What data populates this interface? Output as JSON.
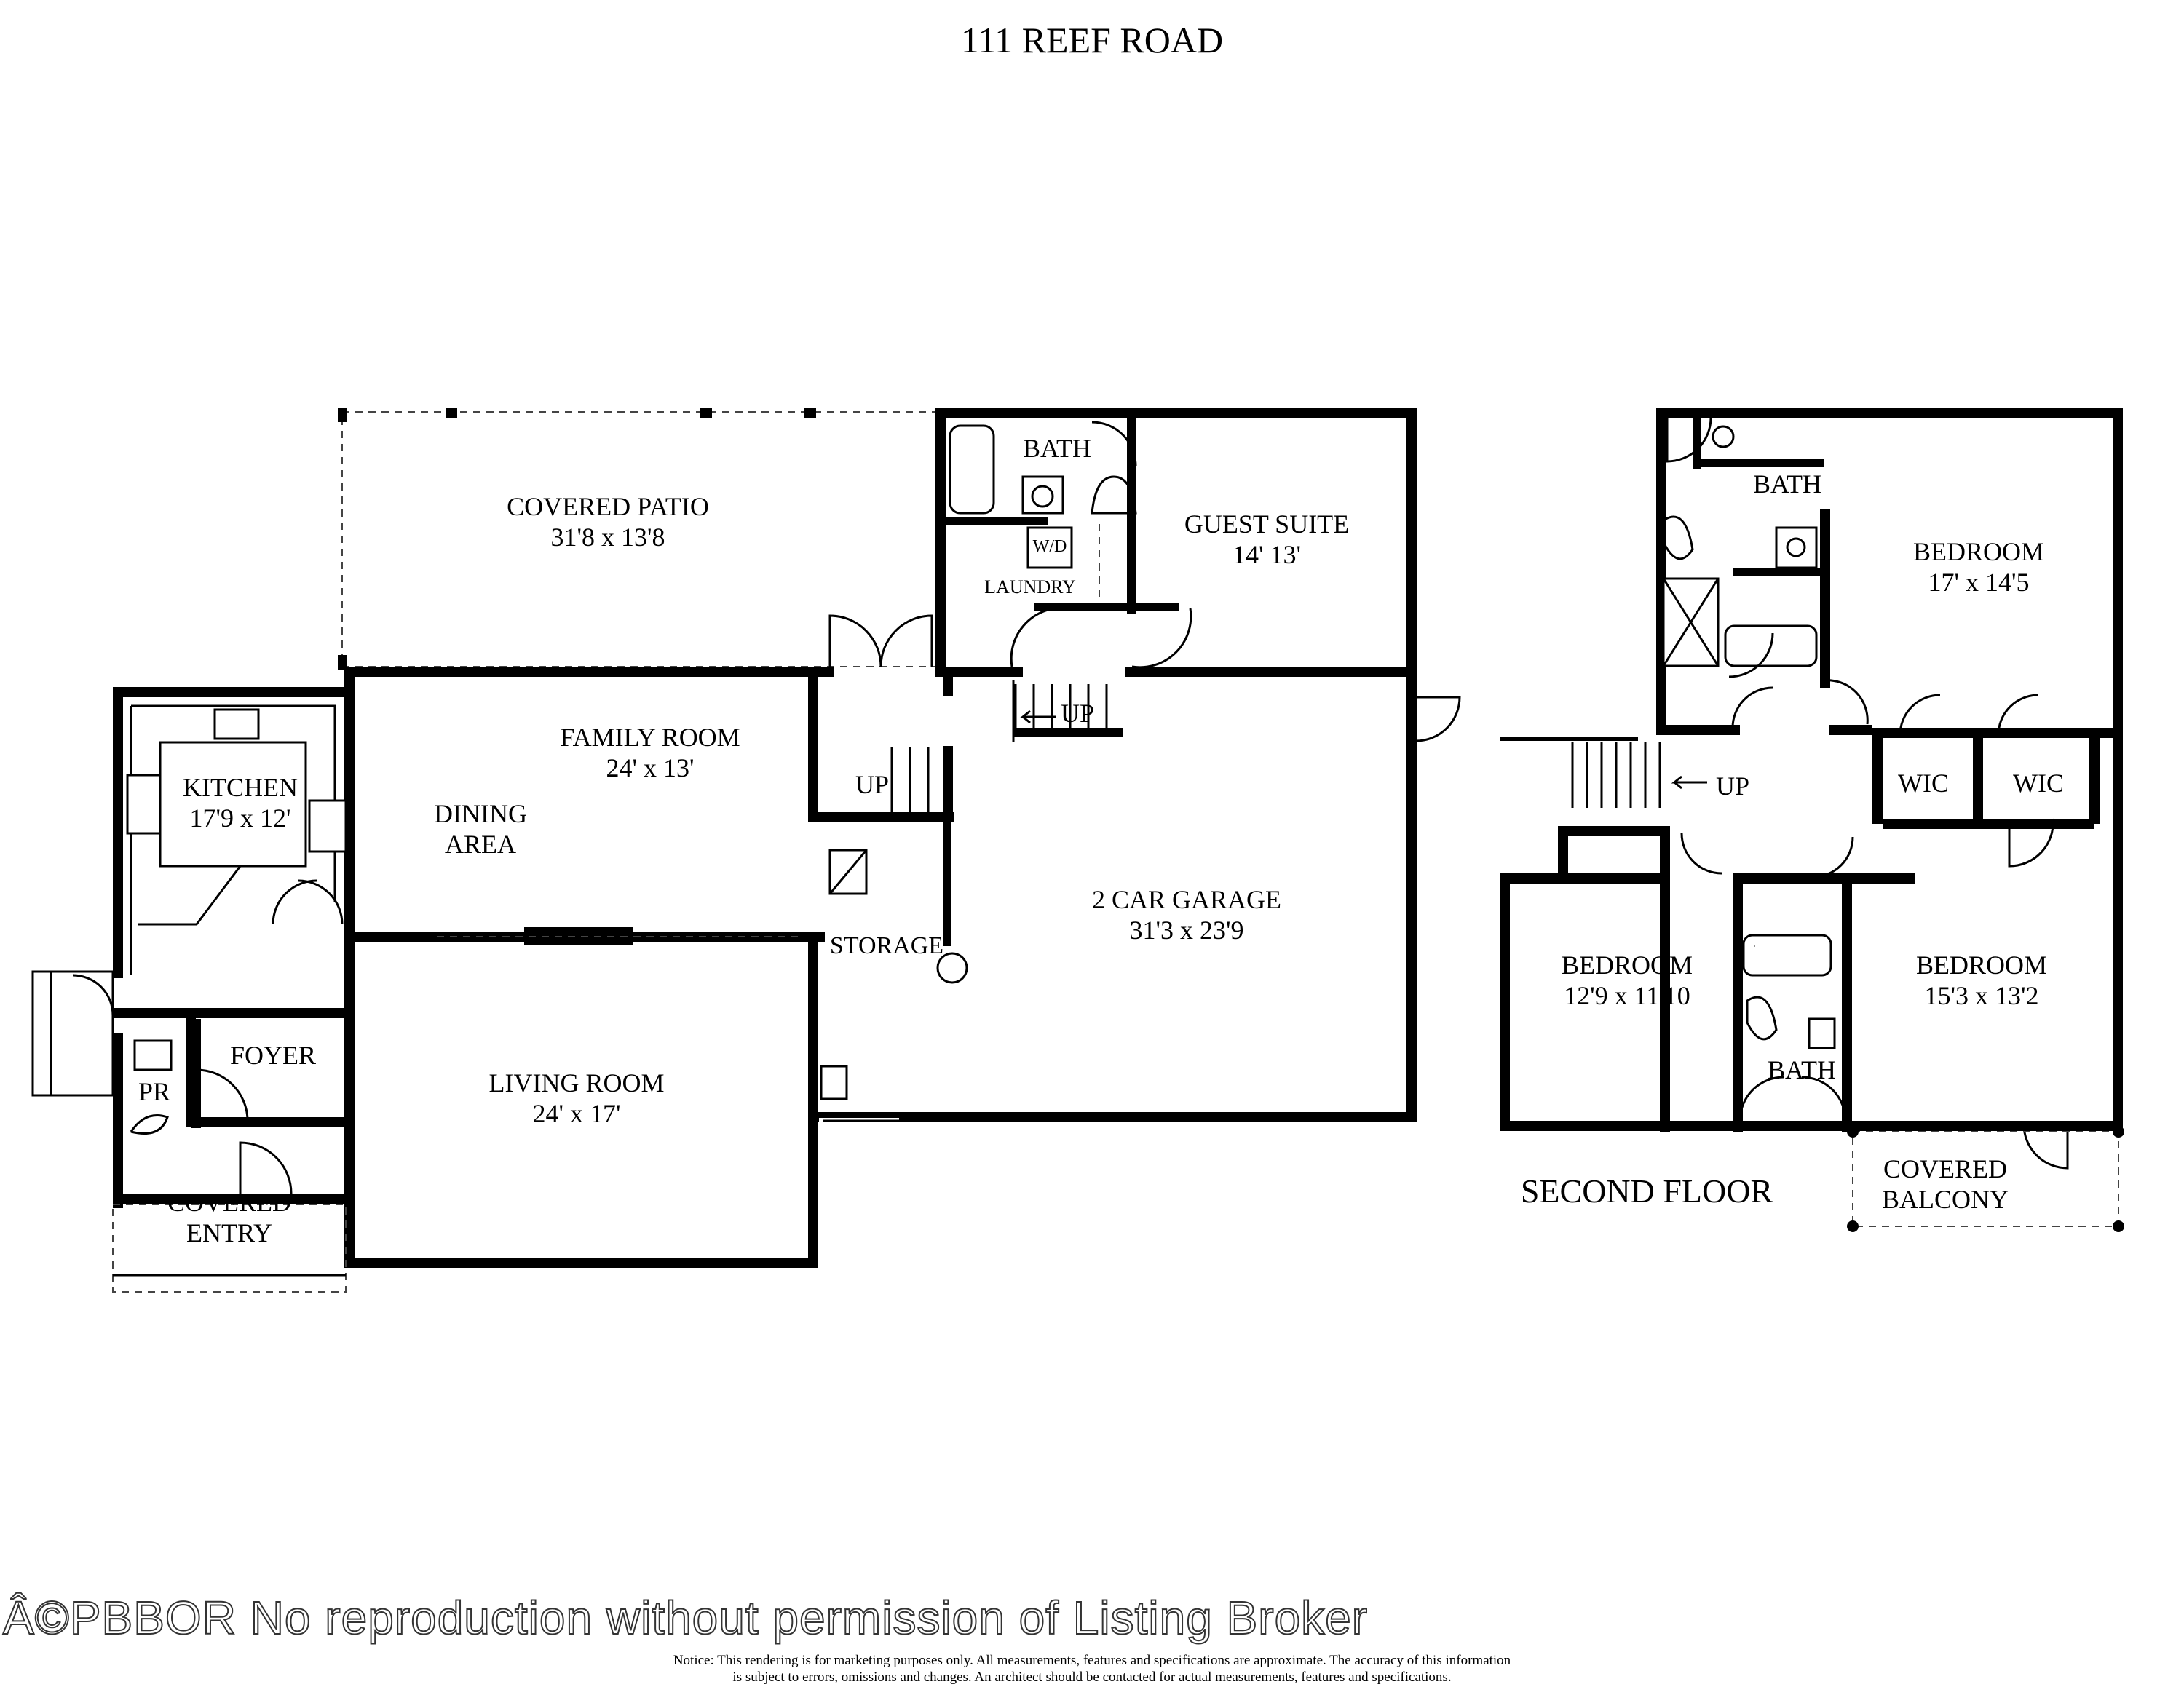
{
  "title": "111 REEF ROAD",
  "first_floor": {
    "covered_patio": {
      "name": "COVERED PATIO",
      "dims": "31'8 x 13'8"
    },
    "bath": {
      "name": "BATH"
    },
    "guest_suite": {
      "name": "GUEST SUITE",
      "dims": "14' 13'"
    },
    "wd": "W/D",
    "laundry": "LAUNDRY",
    "family_room": {
      "name": "FAMILY ROOM",
      "dims": "24' x 13'"
    },
    "kitchen": {
      "name": "KITCHEN",
      "dims": "17'9 x 12'"
    },
    "dining_area": {
      "line1": "DINING",
      "line2": "AREA"
    },
    "up_1": "UP",
    "up_2": "UP",
    "storage": "STORAGE",
    "garage": {
      "name": "2 CAR GARAGE",
      "dims": "31'3 x 23'9"
    },
    "foyer": "FOYER",
    "pr": "PR",
    "living_room": {
      "name": "LIVING ROOM",
      "dims": "24' x 17'"
    },
    "covered_entry": {
      "line1": "COVERED",
      "line2": "ENTRY"
    }
  },
  "second_floor": {
    "label": "SECOND FLOOR",
    "bath_top": "BATH",
    "bedroom_main": {
      "name": "BEDROOM",
      "dims": "17' x 14'5"
    },
    "up": "UP",
    "wic_1": "WIC",
    "wic_2": "WIC",
    "bedroom_left": {
      "name": "BEDROOM",
      "dims": "12'9 x 11'10"
    },
    "bedroom_right": {
      "name": "BEDROOM",
      "dims": "15'3 x 13'2"
    },
    "bath_bottom": "BATH",
    "covered_balcony": {
      "line1": "COVERED",
      "line2": "BALCONY"
    }
  },
  "watermark": "Â©PBBOR No reproduction without permission of Listing Broker",
  "notice": {
    "line1": "Notice: This rendering is for marketing purposes only. All measurements, features and specifications are approximate. The accuracy of this information",
    "line2": "is subject to errors, omissions and changes. An architect should be contacted for actual measurements, features and specifications."
  }
}
